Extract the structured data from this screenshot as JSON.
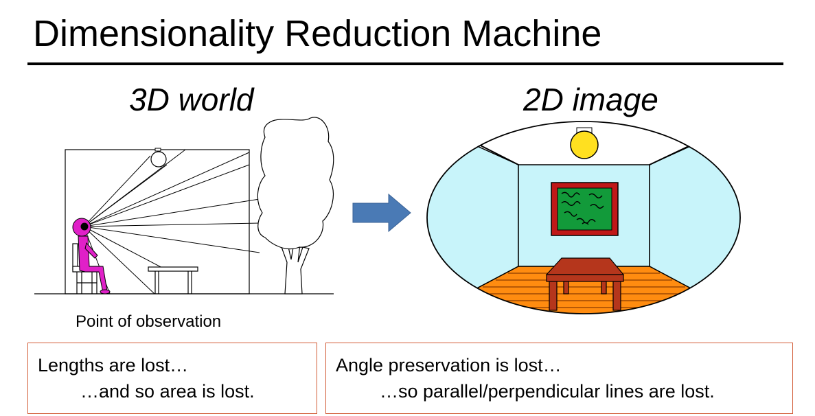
{
  "slide": {
    "title": "Dimensionality Reduction Machine"
  },
  "left_panel": {
    "heading": "3D world",
    "caption": "Point of observation"
  },
  "right_panel": {
    "heading": "2D image"
  },
  "notes": [
    {
      "line1": "Lengths are lost…",
      "line2": "…and so area is lost."
    },
    {
      "line1": "Angle preservation is lost…",
      "line2": "…so parallel/perpendicular lines are lost."
    }
  ],
  "colors": {
    "arrow": "#4a7ab5",
    "figure": "#e020c8",
    "wall": "#c8f4fa",
    "painting_frame": "#c01818",
    "painting_canvas": "#129a3a",
    "lamp": "#ffe020",
    "floor": "#ff8c10",
    "table": "#b5361c",
    "note_border": "#d25b35"
  }
}
